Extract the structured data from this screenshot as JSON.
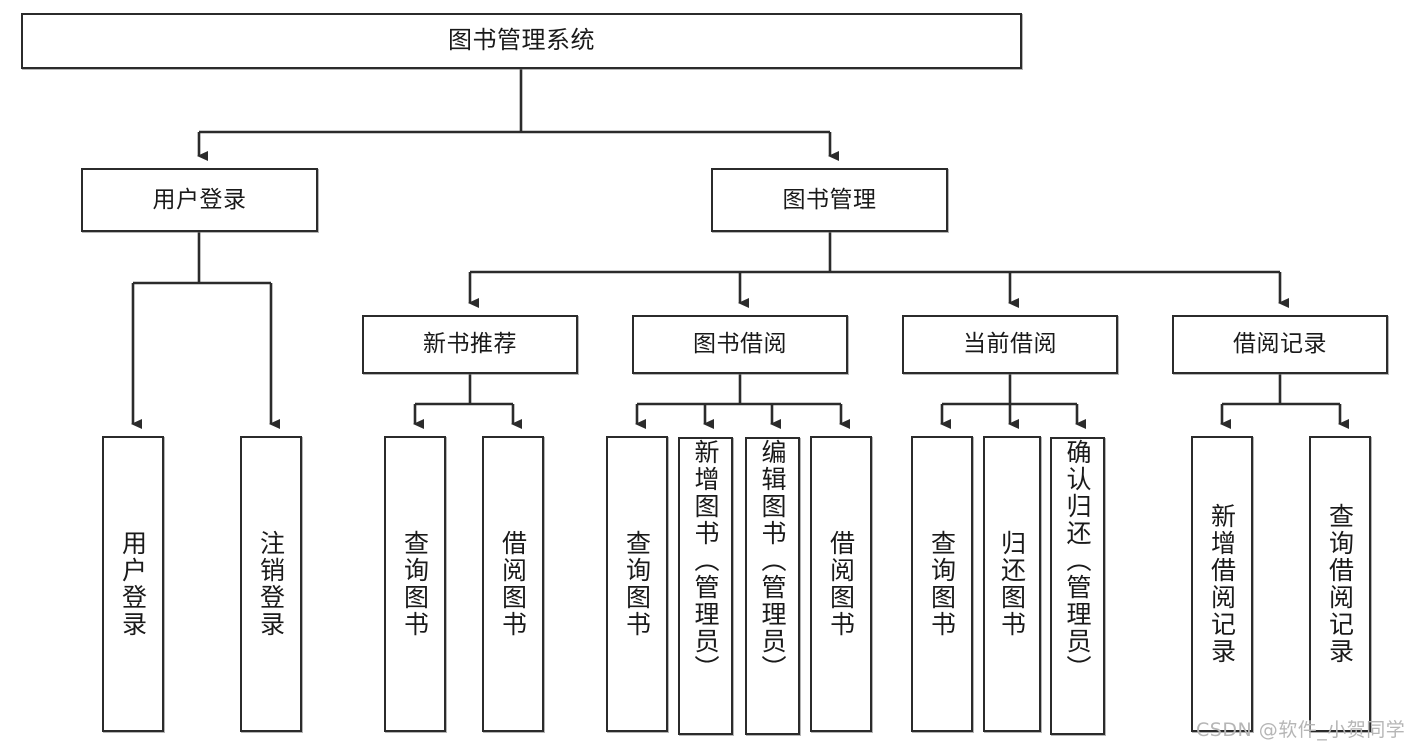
{
  "diagram": {
    "type": "tree",
    "title": "图书管理系统",
    "root": {
      "label": "图书管理系统"
    },
    "level2": [
      {
        "label": "用户登录"
      },
      {
        "label": "图书管理"
      }
    ],
    "level3": [
      {
        "label": "新书推荐"
      },
      {
        "label": "图书借阅"
      },
      {
        "label": "当前借阅"
      },
      {
        "label": "借阅记录"
      }
    ],
    "leaves": {
      "user_login": [
        {
          "label": "用户登录"
        },
        {
          "label": "注销登录"
        }
      ],
      "new_book_recommend": [
        {
          "label": "查询图书"
        },
        {
          "label": "借阅图书"
        }
      ],
      "book_borrow": [
        {
          "label": "查询图书"
        },
        {
          "label": "新增图书（管理员）"
        },
        {
          "label": "编辑图书（管理员）"
        },
        {
          "label": "借阅图书"
        }
      ],
      "current_borrow": [
        {
          "label": "查询图书"
        },
        {
          "label": "归还图书"
        },
        {
          "label": "确认归还（管理员）"
        }
      ],
      "borrow_record": [
        {
          "label": "新增借阅记录"
        },
        {
          "label": "查询借阅记录"
        }
      ]
    }
  },
  "watermark": {
    "text": "CSDN @软件_小贺同学"
  },
  "colors": {
    "border": "#2b2b2b",
    "text": "#1a1a1a",
    "background": "#ffffff",
    "watermark": "#b6b6b6"
  }
}
